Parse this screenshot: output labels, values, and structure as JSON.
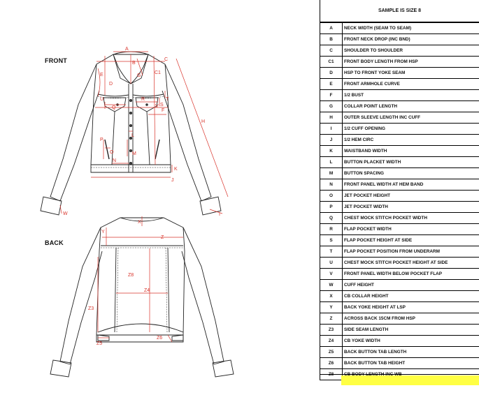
{
  "views": {
    "front": "FRONT",
    "back": "BACK"
  },
  "header": {
    "title": "SAMPLE IS SIZE 8"
  },
  "rows": [
    {
      "code": "A",
      "desc": "NECK WIDTH (SEAM TO SEAM)"
    },
    {
      "code": "B",
      "desc": "FRONT NECK DROP (INC BND)"
    },
    {
      "code": "C",
      "desc": "SHOULDER TO SHOULDER"
    },
    {
      "code": "C1",
      "desc": "FRONT BODY LENGTH FROM HSP"
    },
    {
      "code": "D",
      "desc": "HSP TO FRONT YOKE SEAM"
    },
    {
      "code": "E",
      "desc": "FRONT ARMHOLE CURVE"
    },
    {
      "code": "F",
      "desc": "1/2 BUST"
    },
    {
      "code": "G",
      "desc": "COLLAR POINT LENGTH"
    },
    {
      "code": "H",
      "desc": "OUTER SLEEVE LENGTH INC CUFF"
    },
    {
      "code": "I",
      "desc": "1/2 CUFF OPENING"
    },
    {
      "code": "J",
      "desc": "1/2 HEM CIRC"
    },
    {
      "code": "K",
      "desc": "WAISTBAND WIDTH"
    },
    {
      "code": "L",
      "desc": "BUTTON PLACKET WIDTH"
    },
    {
      "code": "M",
      "desc": "BUTTON  SPACING"
    },
    {
      "code": "N",
      "desc": "FRONT PANEL WIDTH AT HEM BAND"
    },
    {
      "code": "O",
      "desc": "JET POCKET HEIGHT"
    },
    {
      "code": "P",
      "desc": "JET POCKET WIDTH"
    },
    {
      "code": "Q",
      "desc": "CHEST MOCK STITCH POCKET WIDTH"
    },
    {
      "code": "R",
      "desc": "FLAP POCKET WIDTH"
    },
    {
      "code": "S",
      "desc": "FLAP POCKET HEIGHT AT SIDE"
    },
    {
      "code": "T",
      "desc": "FLAP POCKET POSITION FROM UNDERARM"
    },
    {
      "code": "U",
      "desc": "CHEST MOCK STITCH POCKET HEIGHT AT SIDE"
    },
    {
      "code": "V",
      "desc": "FRONT PANEL WIDTH BELOW POCKET FLAP"
    },
    {
      "code": "W",
      "desc": "CUFF HEIGHT"
    },
    {
      "code": "X",
      "desc": "CB COLLAR HEIGHT"
    },
    {
      "code": "Y",
      "desc": "BACK YOKE HEIGHT AT LSP"
    },
    {
      "code": "Z",
      "desc": "ACROSS BACK 15CM FROM HSP"
    },
    {
      "code": "Z3",
      "desc": "SIDE SEAM LENGTH"
    },
    {
      "code": "Z4",
      "desc": "CB YOKE WIDTH"
    },
    {
      "code": "Z5",
      "desc": "BACK BUTTON TAB LENGTH"
    },
    {
      "code": "Z6",
      "desc": "BACK BUTTON TAB HEIGHT"
    },
    {
      "code": "Z8",
      "desc": "CB BODY LENGTH INC WB"
    }
  ],
  "markers": {
    "front": [
      "A",
      "B",
      "C",
      "C1",
      "D",
      "E",
      "F",
      "G",
      "H",
      "I",
      "J",
      "K",
      "L",
      "M",
      "N",
      "O",
      "P",
      "Q",
      "R",
      "S",
      "T",
      "U",
      "V",
      "W"
    ],
    "back": [
      "X",
      "Y",
      "Z",
      "Z8",
      "Z4",
      "Z3",
      "Z5",
      "Z6"
    ]
  },
  "colors": {
    "measure": "#d9342b",
    "line": "#222222",
    "highlight": "#ffff44"
  }
}
